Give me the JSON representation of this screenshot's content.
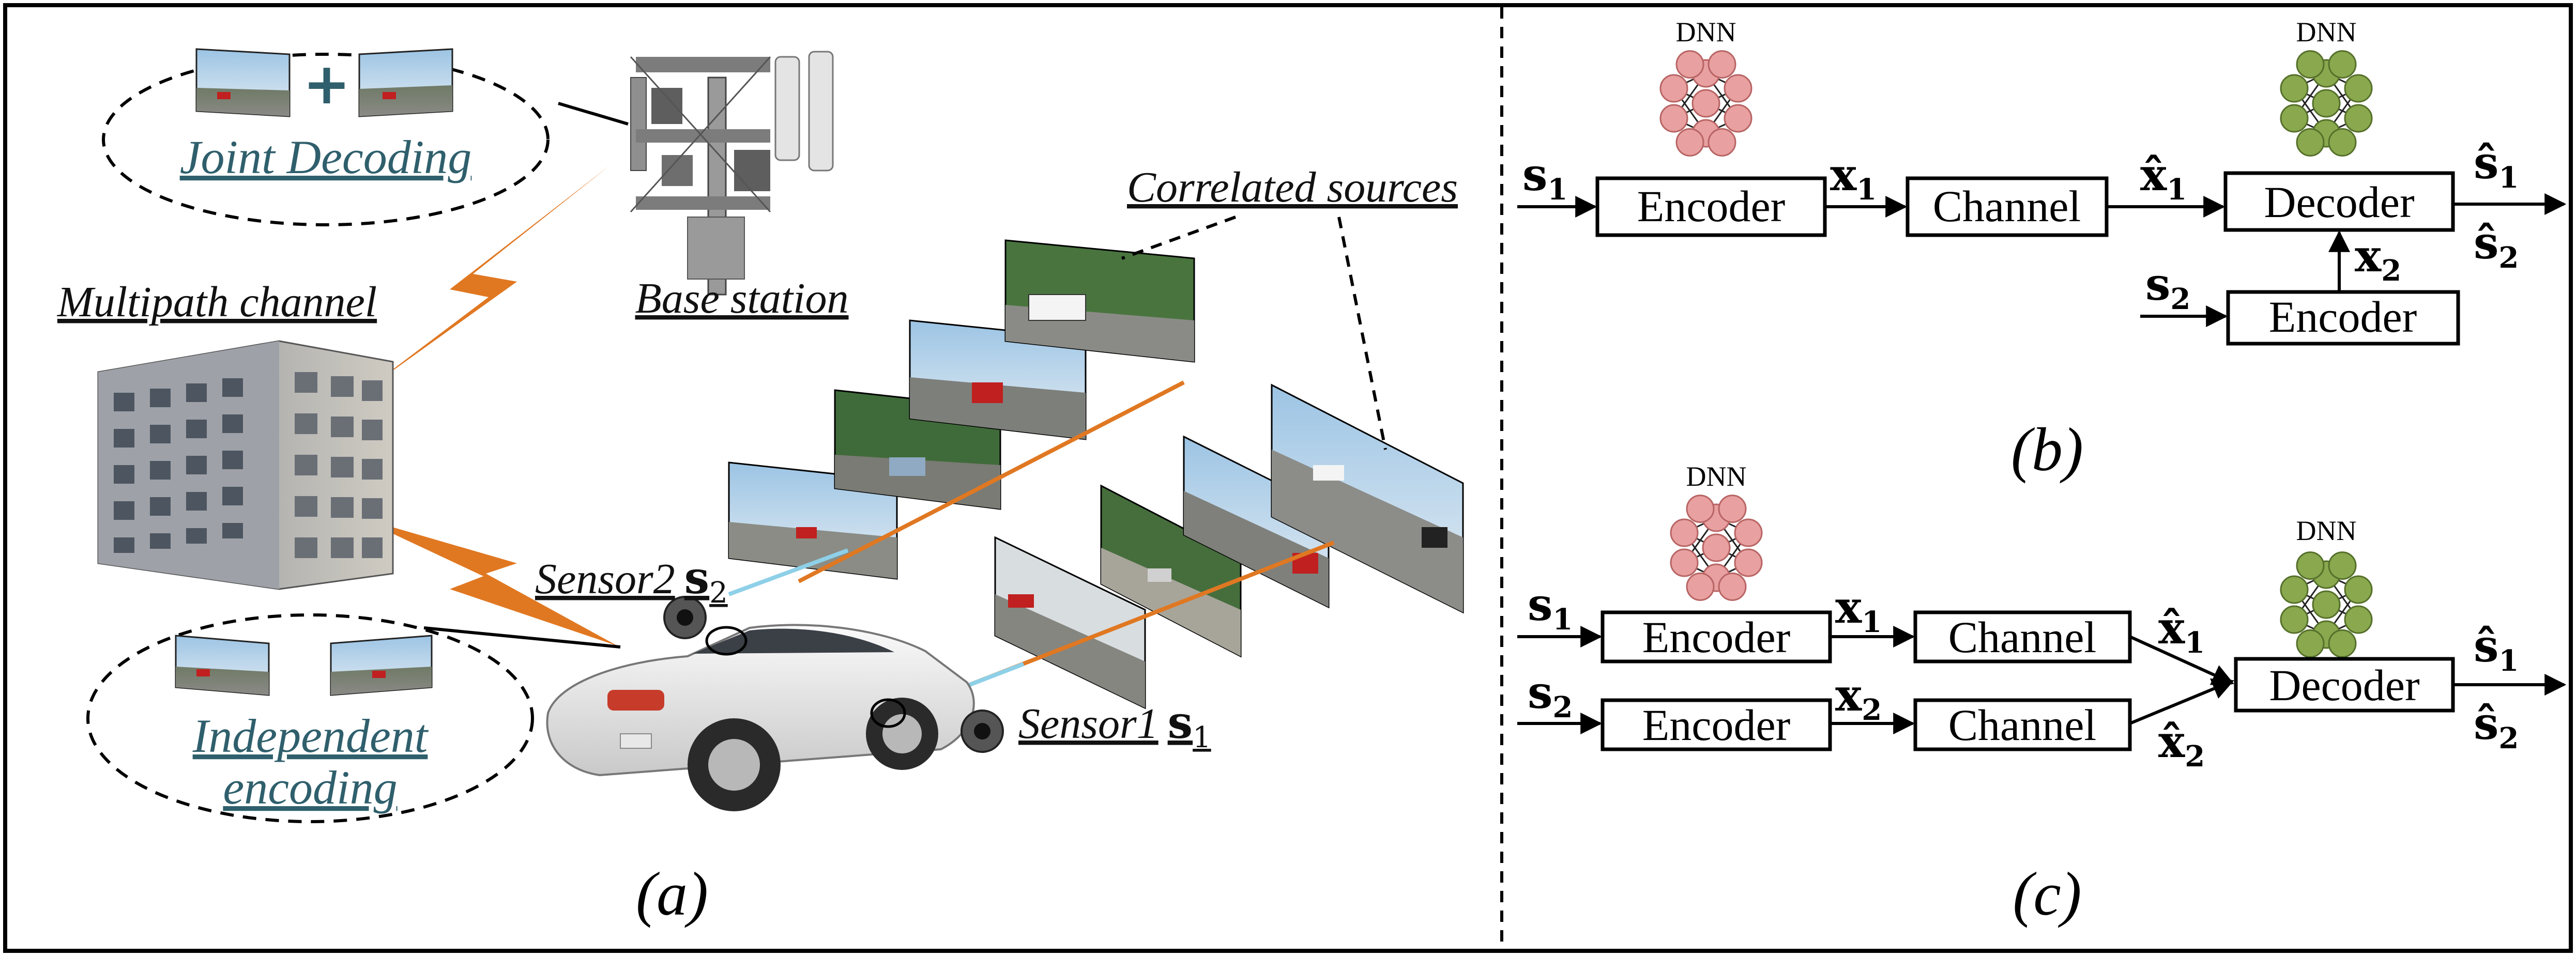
{
  "panel_a": {
    "label": "(a)",
    "joint_decoding": "Joint Decoding",
    "plus_sign": "+",
    "multipath_channel": "Multipath channel",
    "base_station": "Base station",
    "correlated_sources": "Correlated sources",
    "sensor2_label": "Sensor2",
    "sensor2_var": "s",
    "sensor2_sub": "2",
    "sensor1_label": "Sensor1",
    "sensor1_var": "s",
    "sensor1_sub": "1",
    "independent": "Independent",
    "encoding": "encoding"
  },
  "panel_b": {
    "label": "(b)",
    "dnn_left": "DNN",
    "dnn_right": "DNN",
    "encoder1": "Encoder",
    "channel": "Channel",
    "decoder": "Decoder",
    "encoder2": "Encoder",
    "s1": "s",
    "s1_sub": "1",
    "x1": "x",
    "x1_sub": "1",
    "xhat1": "x̂",
    "xhat1_sub": "1",
    "x2": "x",
    "x2_sub": "2",
    "s2": "s",
    "s2_sub": "2",
    "shat1": "ŝ",
    "shat1_sub": "1",
    "shat2": "ŝ",
    "shat2_sub": "2"
  },
  "panel_c": {
    "label": "(c)",
    "dnn_left": "DNN",
    "dnn_right": "DNN",
    "encoder1": "Encoder",
    "encoder2": "Encoder",
    "channel1": "Channel",
    "channel2": "Channel",
    "decoder": "Decoder",
    "s1": "s",
    "s1_sub": "1",
    "s2": "s",
    "s2_sub": "2",
    "x1": "x",
    "x1_sub": "1",
    "x2": "x",
    "x2_sub": "2",
    "xhat1": "x̂",
    "xhat1_sub": "1",
    "xhat2": "x̂",
    "xhat2_sub": "2",
    "shat1": "ŝ",
    "shat1_sub": "1",
    "shat2": "ŝ",
    "shat2_sub": "2"
  },
  "colors": {
    "dnn_encoder": "#e8a0a0",
    "dnn_encoder_stroke": "#b86464",
    "dnn_decoder": "#8aa84e",
    "dnn_decoder_stroke": "#55702a",
    "orange_link": "#e07822",
    "cyan_link": "#8ed0e8",
    "teal_text": "#2f5f6c"
  }
}
